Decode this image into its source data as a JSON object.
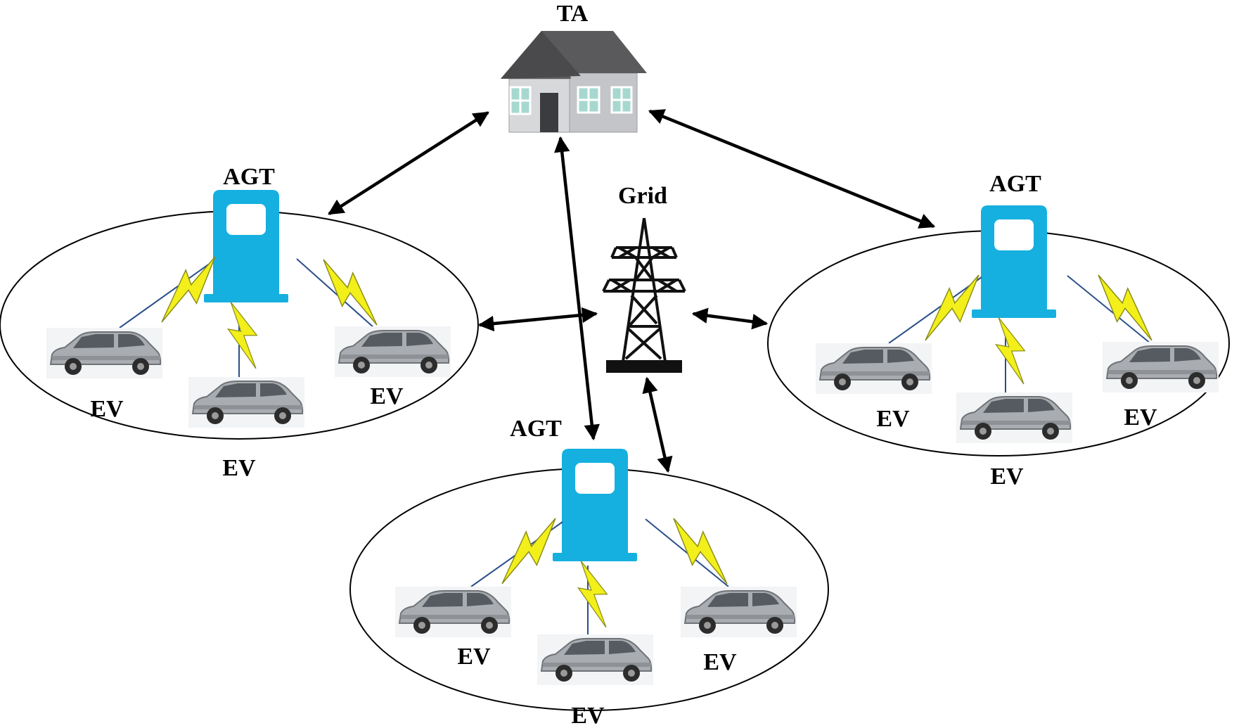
{
  "labels": {
    "ta": "TA",
    "grid": "Grid",
    "agt": "AGT",
    "ev": "EV"
  },
  "colors": {
    "charger": "#15b0df",
    "bolt": "#f2ef1a",
    "roof": "#5a5a5c",
    "wall": "#c9cacc",
    "car": "#a9adb1"
  },
  "icons": [
    "house-icon",
    "transmission-tower-icon",
    "charging-station-icon",
    "lightning-icon",
    "car-icon"
  ]
}
